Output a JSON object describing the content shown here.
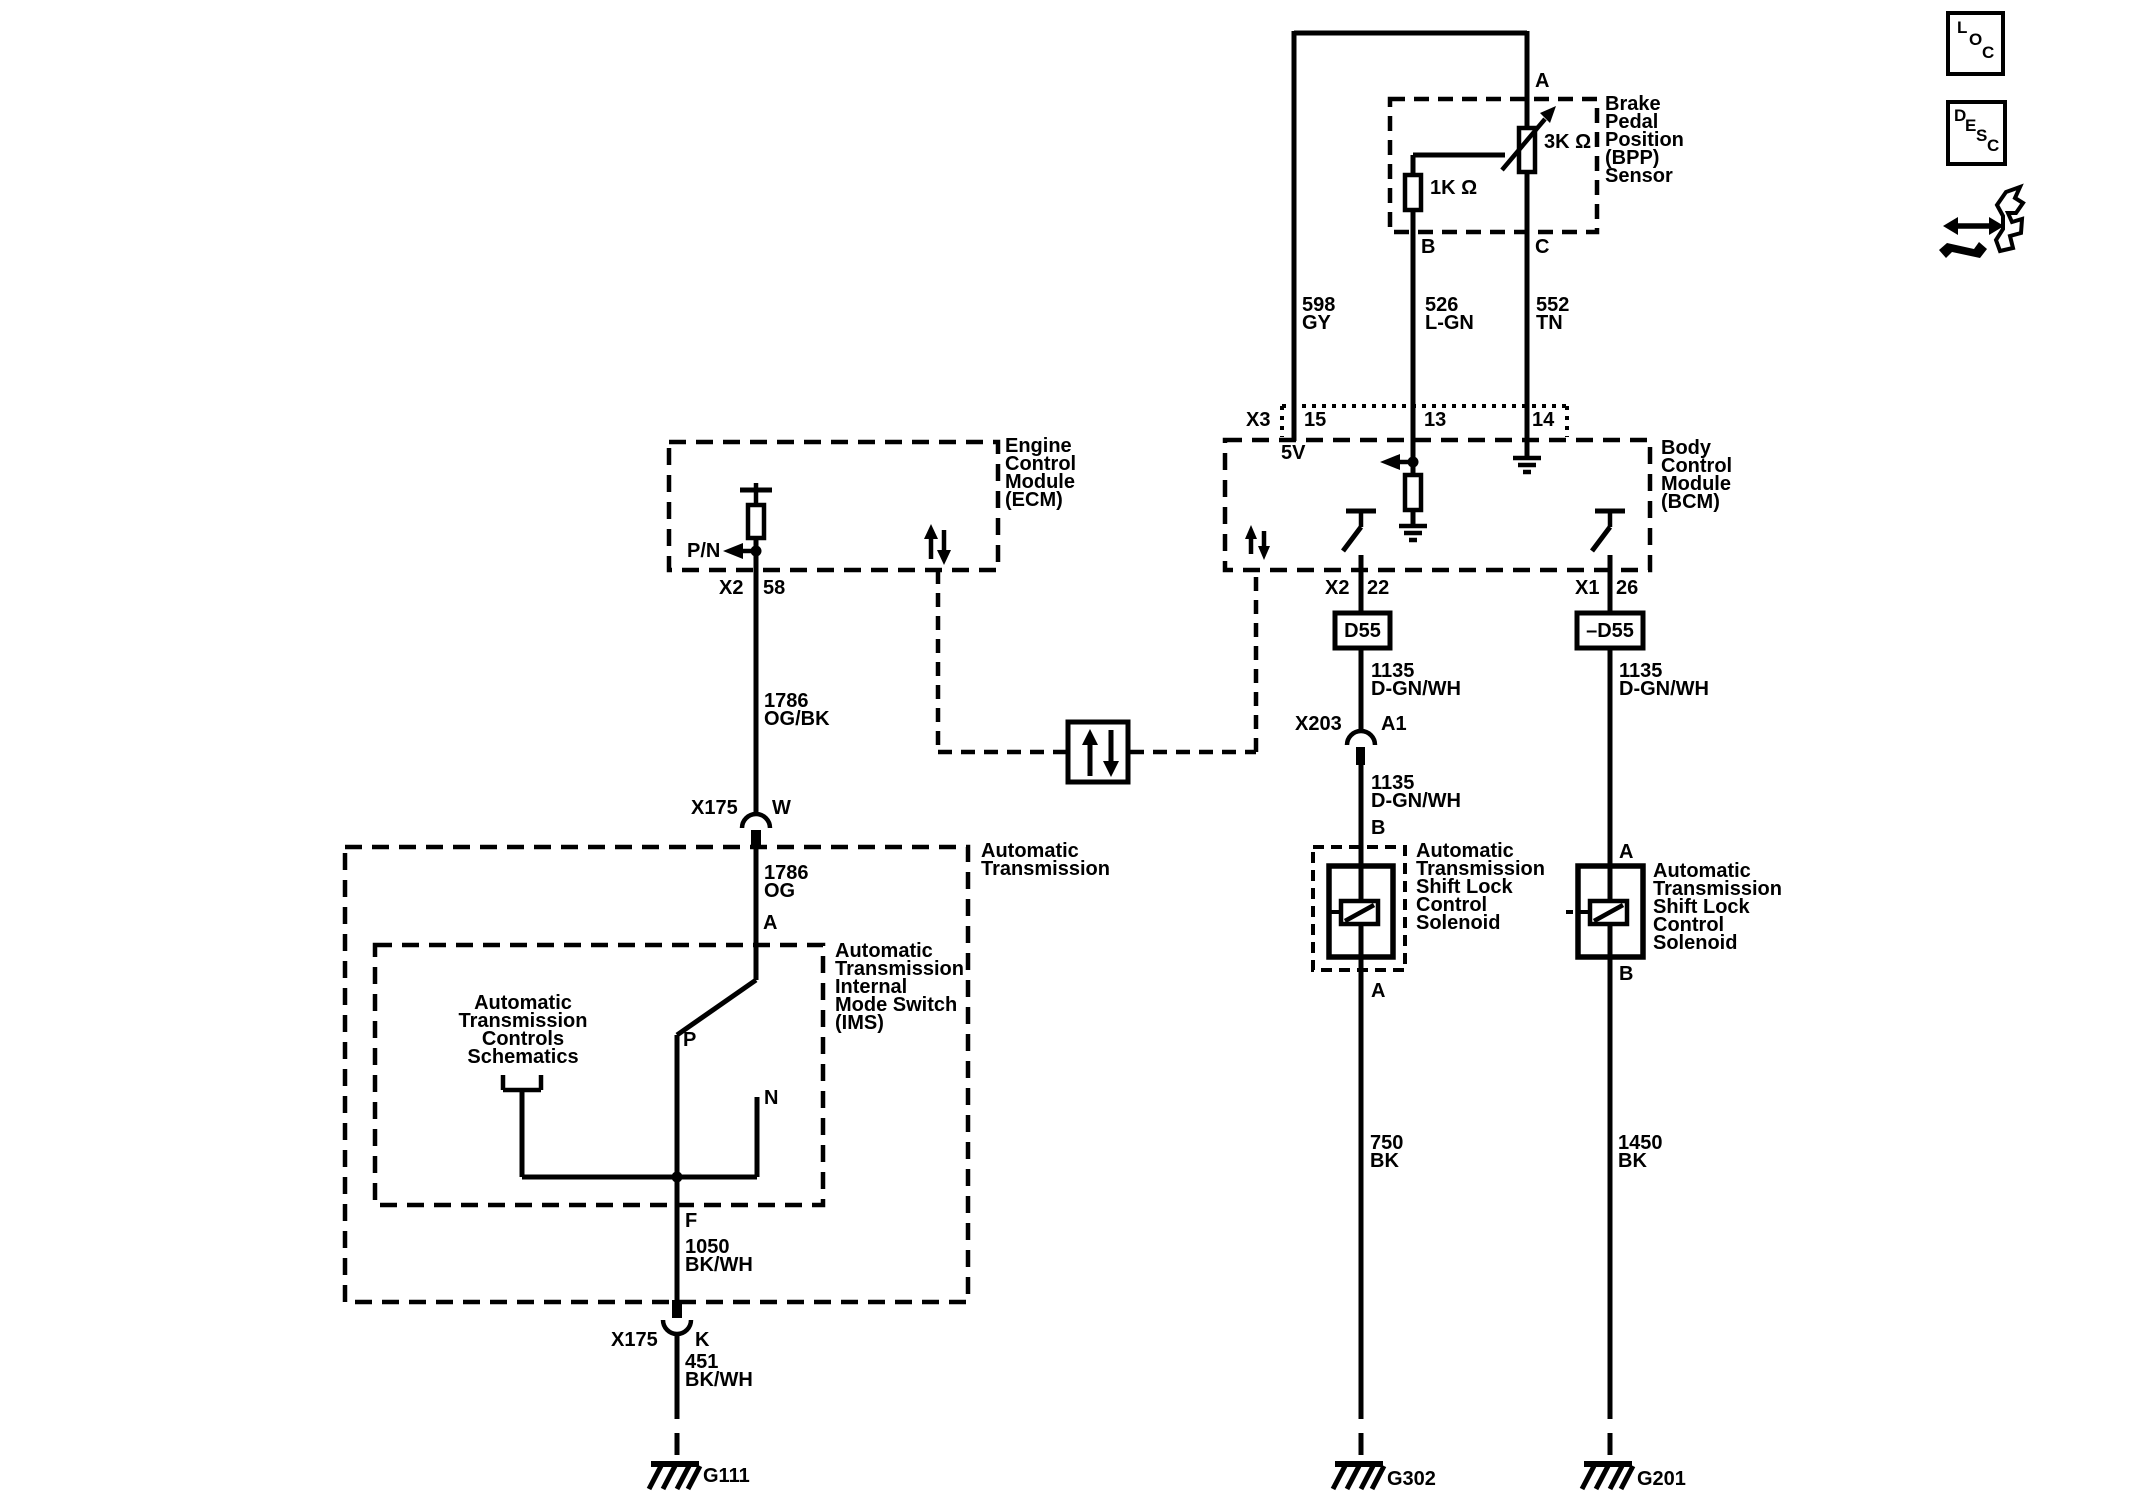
{
  "colors": {
    "ink": "#000000",
    "bg": "#ffffff"
  },
  "diagram": {
    "bpp": {
      "title": "Brake\nPedal\nPosition\n(BPP)\nSensor",
      "pin_a": "A",
      "pin_b": "B",
      "pin_c": "C",
      "r3k": "3K Ω",
      "r1k": "1K Ω"
    },
    "wires": {
      "w598": "598\nGY",
      "w526": "526\nL-GN",
      "w552": "552\nTN",
      "w1135_upper": "1135\nD-GN/WH",
      "w1135_lower": "1135\nD-GN/WH",
      "w1135_right": "1135\nD-GN/WH",
      "w1786_upper": "1786\nOG/BK",
      "w1786_lower": "1786\nOG",
      "w1050": "1050\nBK/WH",
      "w451": "451\nBK/WH",
      "w750": "750\nBK",
      "w1450": "1450\nBK"
    },
    "ecm": {
      "title": "Engine\nControl\nModule\n(ECM)",
      "pn": "P/N",
      "x2": "X2",
      "pin58": "58"
    },
    "bcm": {
      "title": "Body\nControl\nModule\n(BCM)",
      "x3": "X3",
      "pin15": "15",
      "pin13": "13",
      "pin14": "14",
      "v5": "5V",
      "x2": "X2",
      "pin22": "22",
      "x1": "X1",
      "pin26": "26"
    },
    "splices": {
      "d55": "D55",
      "d55_neg": "–D55",
      "x203": "X203",
      "a1": "A1",
      "x175_w": "X175",
      "w": "W",
      "x175_k": "X175",
      "k": "K"
    },
    "at": {
      "title": "Automatic\nTransmission"
    },
    "ims": {
      "title": "Automatic\nTransmission\nInternal\nMode Switch\n(IMS)",
      "pin_a": "A",
      "pin_p": "P",
      "pin_n": "N",
      "pin_f": "F"
    },
    "controls": {
      "title": "Automatic\nTransmission\nControls\nSchematics"
    },
    "sol_left": {
      "title": "Automatic\nTransmission\nShift Lock\nControl\nSolenoid",
      "pin_b": "B",
      "pin_a": "A"
    },
    "sol_right": {
      "title": "Automatic\nTransmission\nShift Lock\nControl\nSolenoid",
      "pin_a": "A",
      "pin_b": "B"
    },
    "grounds": {
      "g111": "G111",
      "g302": "G302",
      "g201": "G201"
    },
    "corner": {
      "loc": [
        "L",
        "O",
        "C"
      ],
      "desc": [
        "D",
        "E",
        "S",
        "C"
      ]
    }
  }
}
